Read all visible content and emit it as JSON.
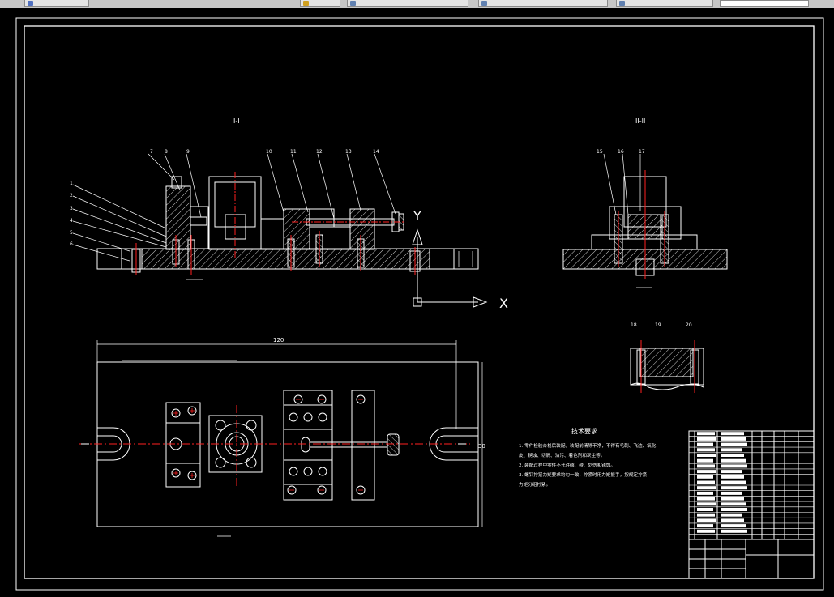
{
  "taskbar": {
    "tabs": [
      {
        "label": ""
      },
      {
        "label": ""
      },
      {
        "label": ""
      },
      {
        "label": ""
      },
      {
        "label": ""
      }
    ]
  },
  "drawing": {
    "section_a_label": "I-I",
    "section_b_label": "II-II",
    "axis_y": "Y",
    "axis_x": "X",
    "balloons_left": [
      "7",
      "8",
      "9",
      "10",
      "11",
      "12",
      "13",
      "14"
    ],
    "balloons_side": [
      "1",
      "2",
      "3",
      "4",
      "5",
      "6"
    ],
    "balloons_right": [
      "15",
      "16",
      "17"
    ],
    "balloons_detail": [
      "18",
      "19",
      "20"
    ],
    "dim_overall": "120",
    "dim_width": "30",
    "tech_title": "技术要求",
    "tech_lines": [
      "1. 零件检验合格后装配，装配前清除干净，不得有毛刺、飞边、氧化",
      "皮、锈蚀、切屑、油污、着色剂和灰尘等。",
      "2. 装配过程中零件不允许磕、碰、划伤和锈蚀。",
      "3. 螺钉拧紧力矩要求均匀一致，拧紧时用力矩扳手，按规定拧紧",
      "力矩分组拧紧。"
    ]
  },
  "colors": {
    "line": "#ffffff",
    "center": "#ff2020",
    "background": "#000000"
  }
}
